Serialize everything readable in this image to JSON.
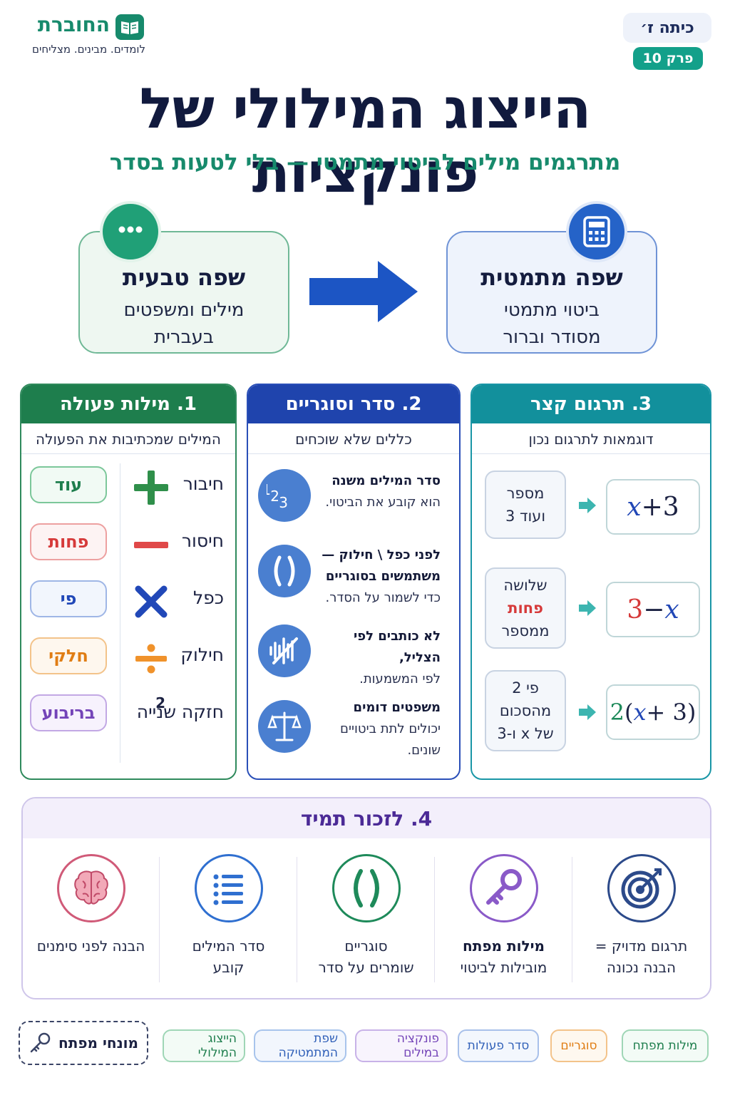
{
  "header": {
    "grade": "כיתה ז׳",
    "chapter": "פרק 10",
    "logo_name": "החוברת",
    "logo_tagline": "לומדים. מבינים. מצליחים",
    "title": "הייצוג המילולי של פונקציות",
    "subtitle": "מתרגמים מילים לביטוי מתמטי — בלי לטעות בסדר"
  },
  "languages": {
    "natural": {
      "title": "שפה טבעית",
      "line1": "מילים ומשפטים",
      "line2": "בעברית",
      "icon": "chat-icon"
    },
    "math": {
      "title": "שפה מתמטית",
      "line1": "ביטוי מתמטי",
      "line2": "מסודר וברור",
      "icon": "calculator-icon"
    }
  },
  "section1": {
    "title": "1. מילות פעולה",
    "subtitle": "המילים שמכתיבות את הפעולה",
    "rows": [
      {
        "op": "חיבור",
        "word": "עוד",
        "symbol": "plus-icon",
        "color": "#2f8f4a"
      },
      {
        "op": "חיסור",
        "word": "פחות",
        "symbol": "minus-icon",
        "color": "#e04848"
      },
      {
        "op": "כפל",
        "word": "פי",
        "symbol": "times-icon",
        "color": "#2148b8"
      },
      {
        "op": "חילוק",
        "word": "חלקי",
        "symbol": "divide-icon",
        "color": "#f0922b"
      },
      {
        "op": "חזקה שנייה",
        "word": "בריבוע",
        "symbol": "2",
        "color": "#8a5ac8"
      }
    ]
  },
  "section2": {
    "title": "2. סדר וסוגריים",
    "subtitle": "כללים שלא שוכחים",
    "rules": [
      {
        "bold": "סדר המילים משנה",
        "text": "הוא קובע את הביטוי.",
        "icon": "numbers-order-icon"
      },
      {
        "bold": "לפני כפל \\ חילוק — משתמשים בסוגריים",
        "text": "כדי לשמור על הסדר.",
        "icon": "parentheses-icon"
      },
      {
        "bold": "לא כותבים לפי הצליל,",
        "text": "לפי המשמעות.",
        "icon": "sound-wave-icon"
      },
      {
        "bold": "משפטים דומים",
        "text": "יכולים לתת ביטויים שונים.",
        "icon": "scales-icon"
      }
    ]
  },
  "section3": {
    "title": "3. תרגום קצר",
    "subtitle": "דוגמאות לתרגום נכון",
    "examples": [
      {
        "lines": [
          "מספר",
          "ועוד 3"
        ],
        "expr": [
          "𝑥",
          " + ",
          "3"
        ]
      },
      {
        "lines": [
          "שלושה",
          "פחות",
          "ממספר"
        ],
        "expr": [
          "3",
          " − ",
          "𝑥"
        ]
      },
      {
        "lines": [
          "פי 2",
          "מהסכום",
          "של x ו-3"
        ],
        "expr": [
          "2",
          "(",
          "𝑥",
          " + 3",
          ")"
        ]
      }
    ]
  },
  "section4": {
    "title": "4. לזכור תמיד",
    "items": [
      {
        "line1": "תרגום מדויק =",
        "line2": "הבנה נכונה",
        "icon": "target-icon",
        "color": "#2c4a8a"
      },
      {
        "line1": "מילות מפתח",
        "line2": "מובילות לביטוי",
        "icon": "key-icon",
        "color": "#8a5ac8"
      },
      {
        "line1": "סוגריים",
        "line2": "שומרים על סדר",
        "icon": "parentheses-icon",
        "color": "#1e8a5a"
      },
      {
        "line1": "סדר המילים",
        "line2": "קובע",
        "icon": "list-icon",
        "color": "#2f6fd0"
      },
      {
        "line1": "הבנה לפני סימנים",
        "line2": "",
        "icon": "brain-icon",
        "color": "#d05a78"
      }
    ]
  },
  "key_terms": {
    "label": "מונחי מפתח",
    "tags": [
      {
        "text": "מילות מפתח",
        "color": "#4caf7a"
      },
      {
        "text": "סוגריים",
        "color": "#f0922b"
      },
      {
        "text": "סדר פעולות",
        "color": "#4a7fd0"
      },
      {
        "text": "פונקציה במילים",
        "color": "#8a5ac8"
      },
      {
        "text": "שפת המתמטיקה",
        "color": "#3a7fd0"
      },
      {
        "text": "הייצוג המילולי",
        "color": "#4caf7a"
      }
    ]
  }
}
